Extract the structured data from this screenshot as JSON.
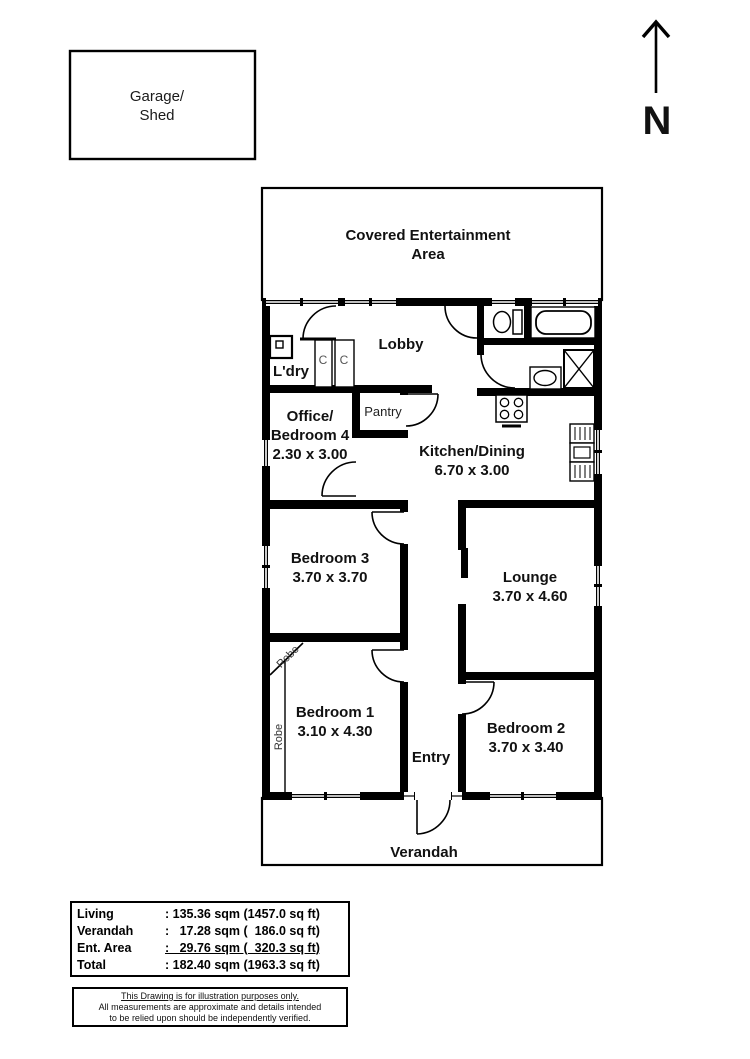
{
  "garage": {
    "line1": "Garage/",
    "line2": "Shed"
  },
  "compass": {
    "label": "N"
  },
  "floor_plan": {
    "covered_entertainment": {
      "line1": "Covered Entertainment",
      "line2": "Area"
    },
    "rooms": {
      "lobby": {
        "name": "Lobby"
      },
      "laundry": {
        "name": "L'dry"
      },
      "closet_left": "C",
      "closet_right": "C",
      "office": {
        "line1": "Office/",
        "line2": "Bedroom 4",
        "dims": "2.30 x 3.00"
      },
      "pantry": {
        "name": "Pantry"
      },
      "kitchen": {
        "name": "Kitchen/Dining",
        "dims": "6.70 x 3.00"
      },
      "bedroom3": {
        "name": "Bedroom 3",
        "dims": "3.70 x 3.70"
      },
      "lounge": {
        "name": "Lounge",
        "dims": "3.70 x 4.60"
      },
      "bedroom1": {
        "name": "Bedroom 1",
        "dims": "3.10 x 4.30"
      },
      "bedroom2": {
        "name": "Bedroom 2",
        "dims": "3.70 x 3.40"
      },
      "entry": {
        "name": "Entry"
      },
      "verandah": {
        "name": "Verandah"
      },
      "robe_diagonal": "Robe",
      "robe_vertical": "Robe"
    }
  },
  "area_table": {
    "rows": [
      {
        "label": "Living",
        "value": ": 135.36 sqm (1457.0 sq ft)"
      },
      {
        "label": "Verandah",
        "value": ":   17.28 sqm (  186.0 sq ft)"
      },
      {
        "label": "Ent. Area",
        "value": ":   29.76 sqm (  320.3 sq ft)"
      },
      {
        "label": "Total",
        "value": ": 182.40 sqm (1963.3 sq ft)"
      }
    ]
  },
  "disclaimer": {
    "line1": "This Drawing is for illustration purposes only.",
    "line2": "All measurements are approximate and details intended",
    "line3": "to be relied upon should be independently verified."
  },
  "colors": {
    "ink": "#000000",
    "background": "#ffffff"
  }
}
